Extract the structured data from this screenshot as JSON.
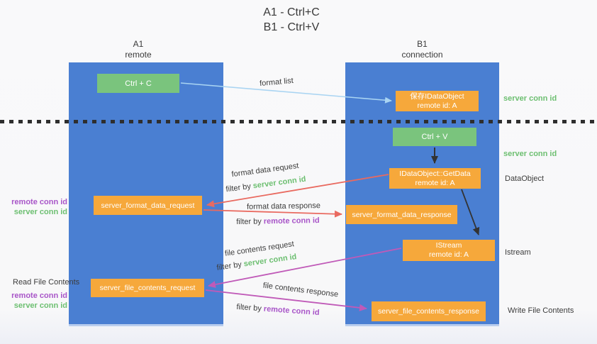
{
  "title": {
    "line1": "A1 - Ctrl+C",
    "line2": "B1 - Ctrl+V"
  },
  "columns": {
    "a1": {
      "name": "A1",
      "subtitle": "remote"
    },
    "b1": {
      "name": "B1",
      "subtitle": "connection"
    }
  },
  "nodes": {
    "ctrl_c": {
      "label": "Ctrl + C"
    },
    "save_idataobject": {
      "line1": "保存IDataObject",
      "line2": "remote id: A"
    },
    "ctrl_v": {
      "label": "Ctrl + V"
    },
    "getdata": {
      "line1": "IDataObject::GetData",
      "line2": "remote id: A"
    },
    "format_request": {
      "label": "server_format_data_request"
    },
    "format_response": {
      "label": "server_format_data_response"
    },
    "istream": {
      "line1": "IStream",
      "line2": "remote id: A"
    },
    "file_request": {
      "label": "server_file_contents_request"
    },
    "file_response": {
      "label": "server_file_contents_response"
    }
  },
  "flow": {
    "format_list": "format list",
    "format_data_request": "format data request",
    "format_data_response": "format data response",
    "file_contents_request": "file contents request",
    "file_contents_response": "file contents response",
    "filter_by": "filter by ",
    "server_conn_id": "server conn id",
    "remote_conn_id": "remote conn id"
  },
  "side_labels": {
    "right_server_conn_id_top": "server conn id",
    "right_server_conn_id_mid": "server conn id",
    "dataobject": "DataObject",
    "istream": "Istream",
    "write_file_contents": "Write File Contents",
    "left_remote_conn_id_top": "remote conn id",
    "left_server_conn_id_top": "server conn id",
    "read_file_contents": "Read File Contents",
    "left_remote_conn_id_bottom": "remote conn id",
    "left_server_conn_id_bottom": "server conn id"
  },
  "colors": {
    "column_blue": "#4a7fd2",
    "node_green": "#7ac47d",
    "node_orange": "#f6a83b",
    "arrow_lightblue": "#a9d4f2",
    "arrow_red": "#e96a60",
    "arrow_magenta": "#c05ab8",
    "arrow_black": "#333333",
    "text_green": "#6dbf71",
    "text_purple": "#a855c8",
    "text_dark": "#3c3c3c"
  }
}
